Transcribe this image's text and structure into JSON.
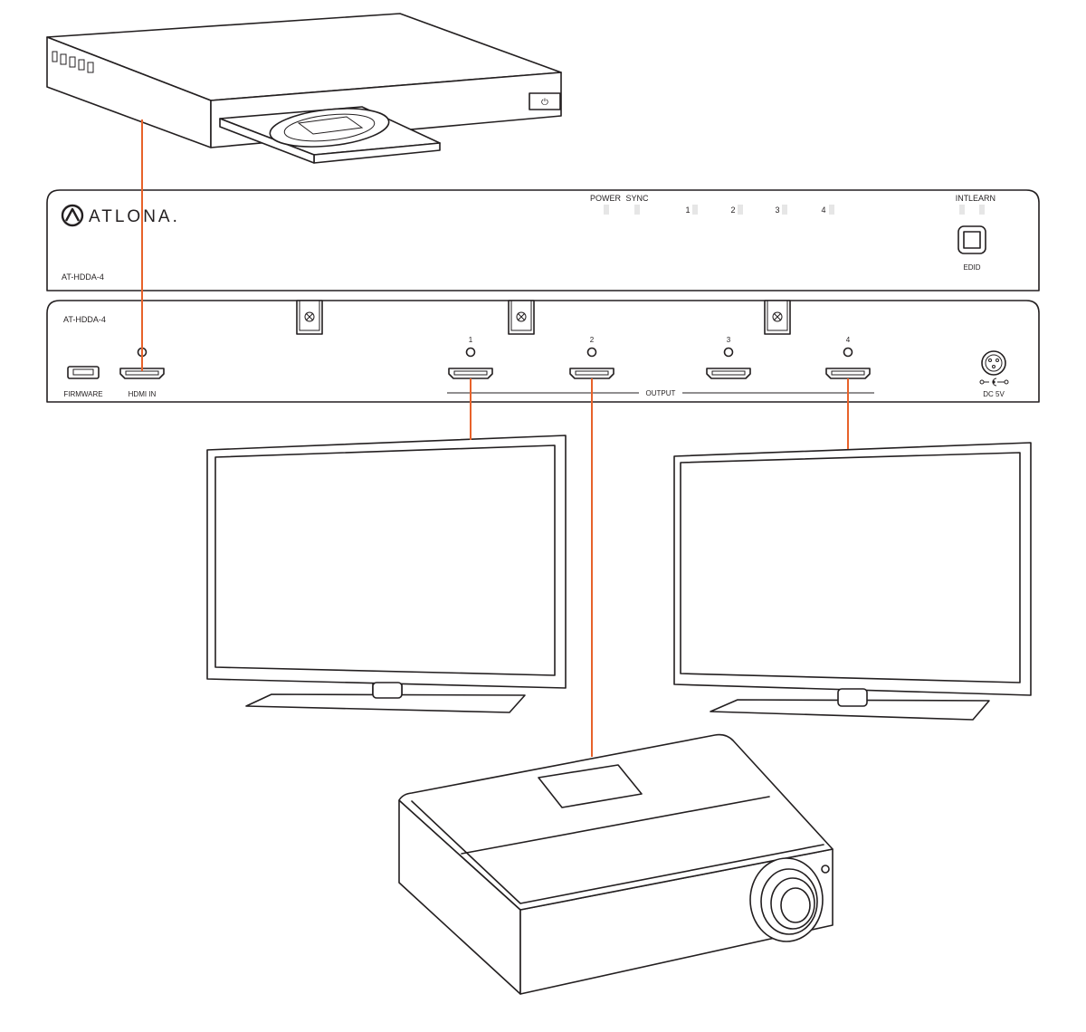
{
  "front_panel": {
    "brand": "ATLONA.",
    "model": "AT-HDDA-4",
    "led_labels": [
      "POWER",
      "SYNC",
      "1",
      "2",
      "3",
      "4",
      "INT",
      "LEARN"
    ],
    "edid_label": "EDID"
  },
  "rear_panel": {
    "model": "AT-HDDA-4",
    "firmware_label": "FIRMWARE",
    "hdmi_in_label": "HDMI IN",
    "output_numbers": [
      "1",
      "2",
      "3",
      "4"
    ],
    "output_label": "OUTPUT",
    "power_label": "DC 5V"
  },
  "source_device": {
    "power_symbol": "⏻"
  },
  "colors": {
    "cable": "#e8622a",
    "line": "#231f20",
    "led": "#e6e6e6"
  }
}
